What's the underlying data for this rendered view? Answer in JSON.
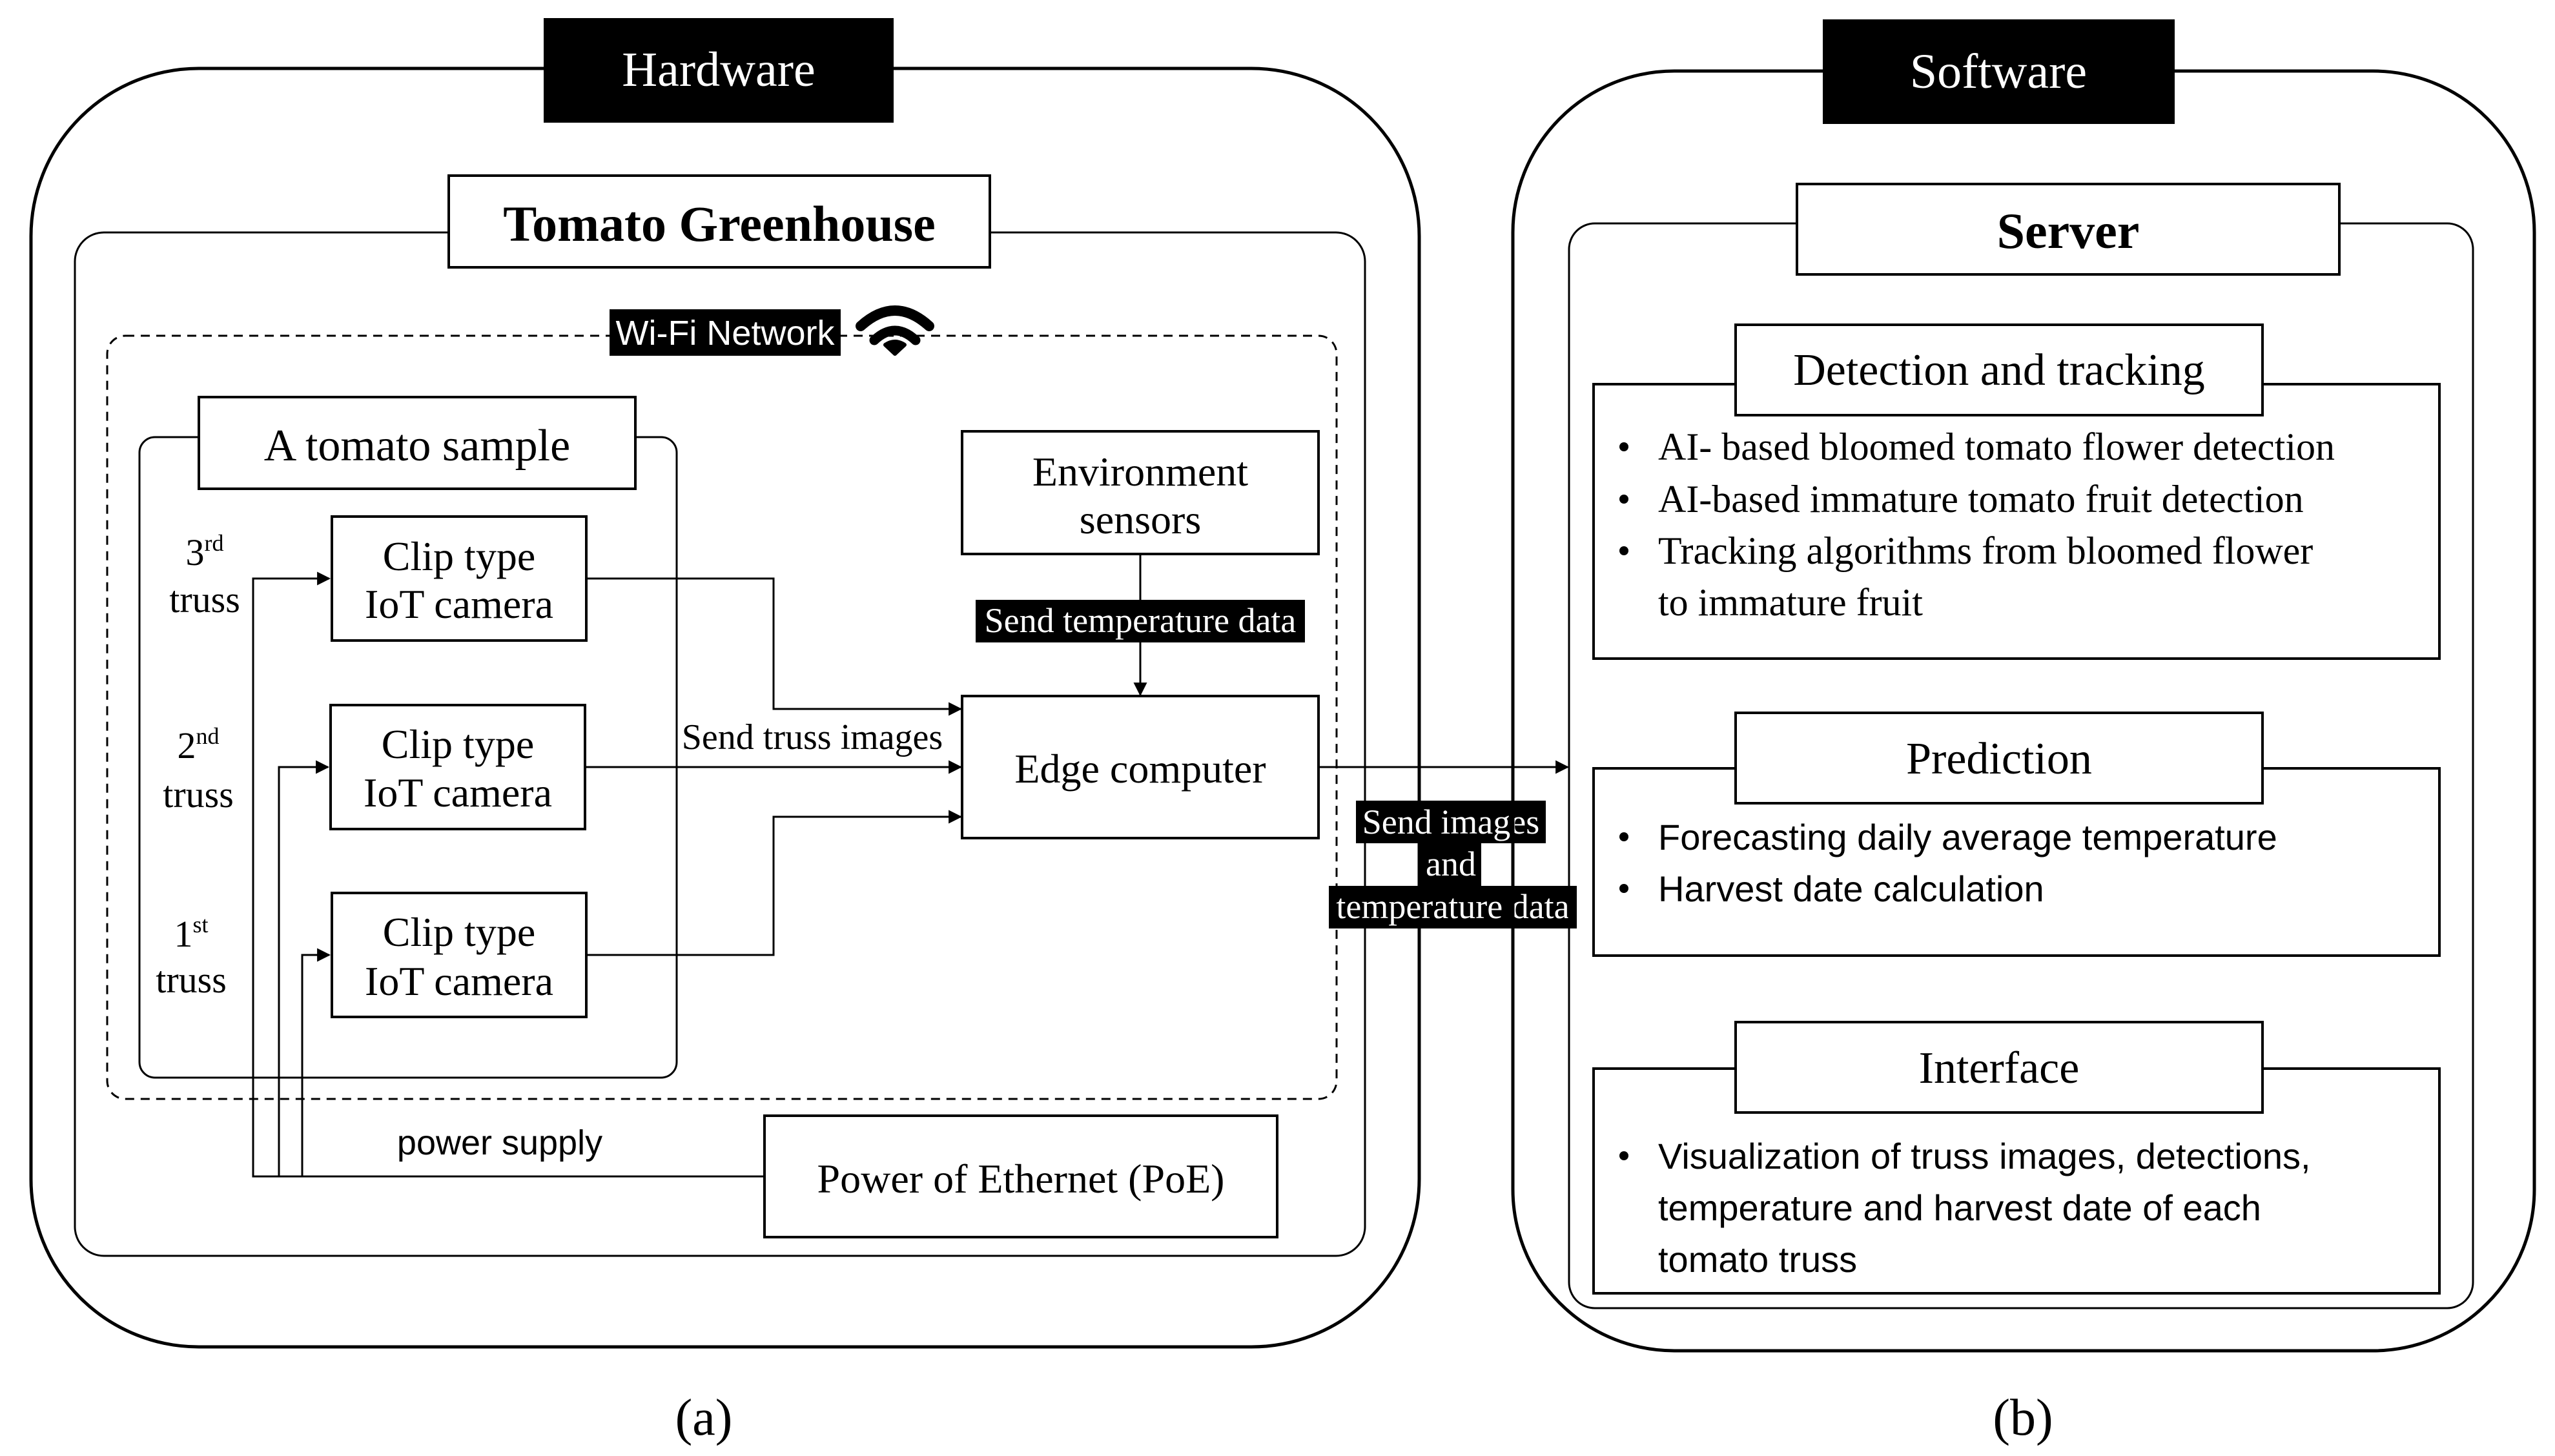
{
  "hardware": {
    "header": "Hardware",
    "greenhouse_title": "Tomato Greenhouse",
    "wifi_label": "Wi-Fi Network",
    "sample_title": "A tomato sample",
    "trusses": [
      {
        "num": "3",
        "sup": "rd",
        "word": "truss"
      },
      {
        "num": "2",
        "sup": "nd",
        "word": "truss"
      },
      {
        "num": "1",
        "sup": "st",
        "word": "truss"
      }
    ],
    "camera_line1": "Clip type",
    "camera_line2": "IoT camera",
    "env_line1": "Environment",
    "env_line2": "sensors",
    "temp_label": "Send temperature data",
    "truss_images_label": "Send truss images",
    "edge_computer": "Edge computer",
    "power_supply": "power supply",
    "poe": "Power of Ethernet (PoE)",
    "send_line1": "Send images",
    "send_line2": "and",
    "send_line3": "temperature data",
    "caption": "(a)"
  },
  "software": {
    "header": "Software",
    "server_title": "Server",
    "detection": {
      "title": "Detection and tracking",
      "bullets": [
        "AI- based bloomed tomato flower detection",
        "AI-based immature tomato fruit detection",
        "Tracking algorithms from bloomed flower",
        "to immature fruit"
      ]
    },
    "prediction": {
      "title": "Prediction",
      "bullets": [
        "Forecasting  daily average temperature",
        "Harvest date calculation"
      ]
    },
    "interface": {
      "title": "Interface",
      "bullets": [
        "Visualization of truss images, detections,",
        "temperature and harvest date of each",
        "tomato truss"
      ]
    },
    "caption": "(b)"
  }
}
